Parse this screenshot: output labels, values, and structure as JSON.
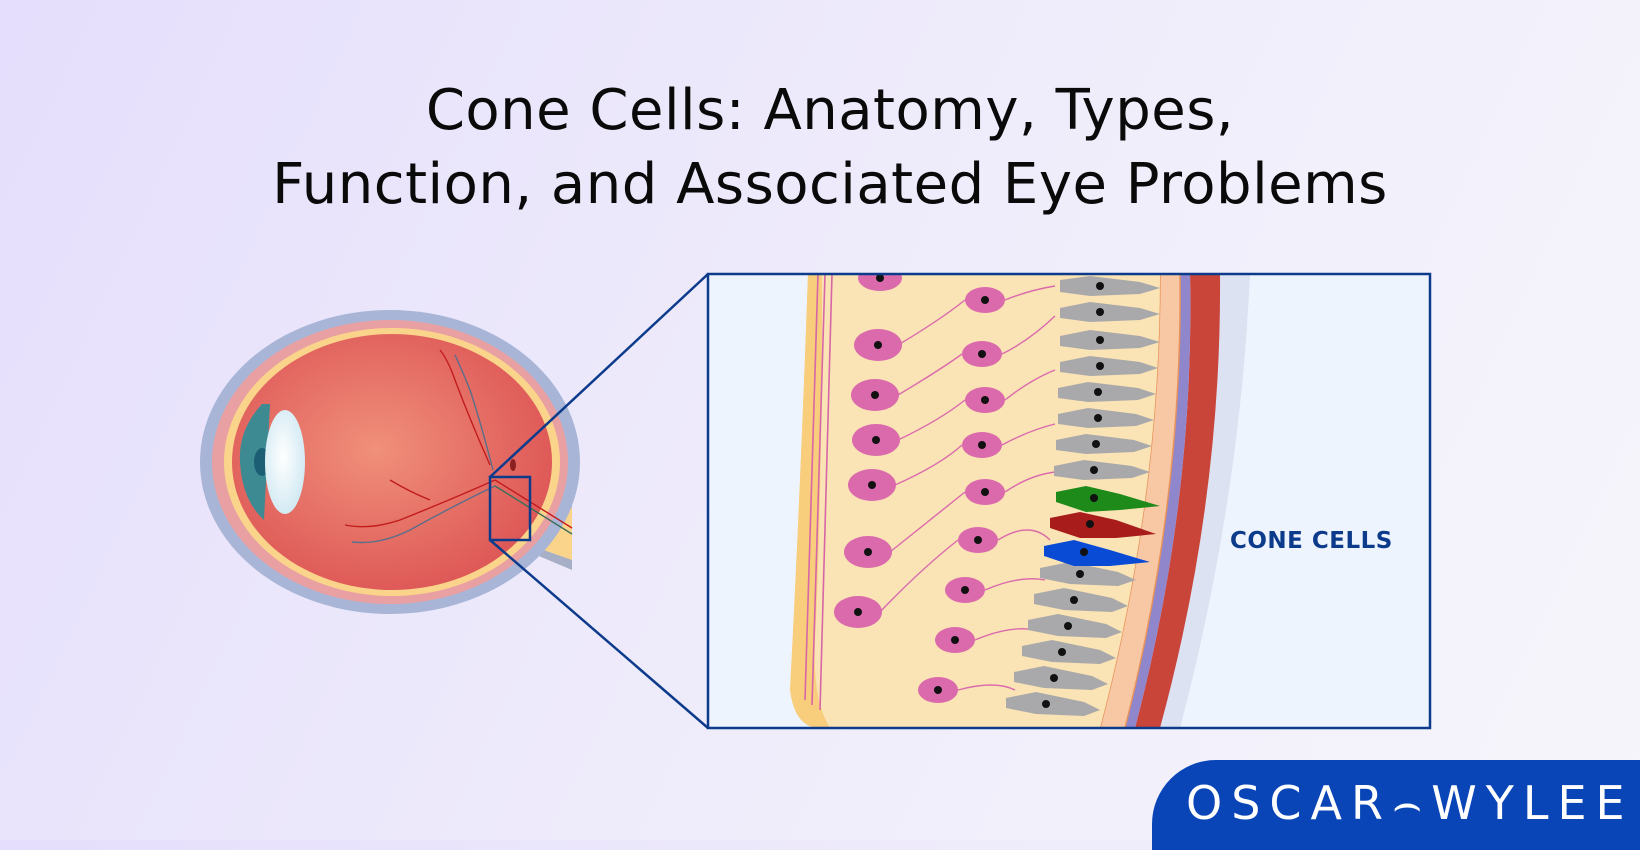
{
  "title": {
    "line1": "Cone Cells: Anatomy, Types,",
    "line2": "Function, and Associated Eye Problems"
  },
  "diagram": {
    "left_figure": "eye-cross-section",
    "inset_figure": "retina-layers-magnified",
    "inset_label": "CONE CELLS",
    "highlighted_cones": [
      "green",
      "red",
      "blue"
    ],
    "colors": {
      "frame": "#0d3b8c",
      "green_cone": "#1e8a1a",
      "red_cone": "#a81c1c",
      "blue_cone": "#0a4bd6",
      "rod_gray": "#a9a9ab",
      "bipolar_pink": "#db6aad",
      "retina_bg": "#fae3b4",
      "choroid_red": "#c9453a",
      "epithelium_purple": "#8f86cc"
    }
  },
  "brand": {
    "name_left": "OSCAR",
    "separator": "⌢",
    "name_right": "WYLEE",
    "color": "#0a45b8"
  }
}
